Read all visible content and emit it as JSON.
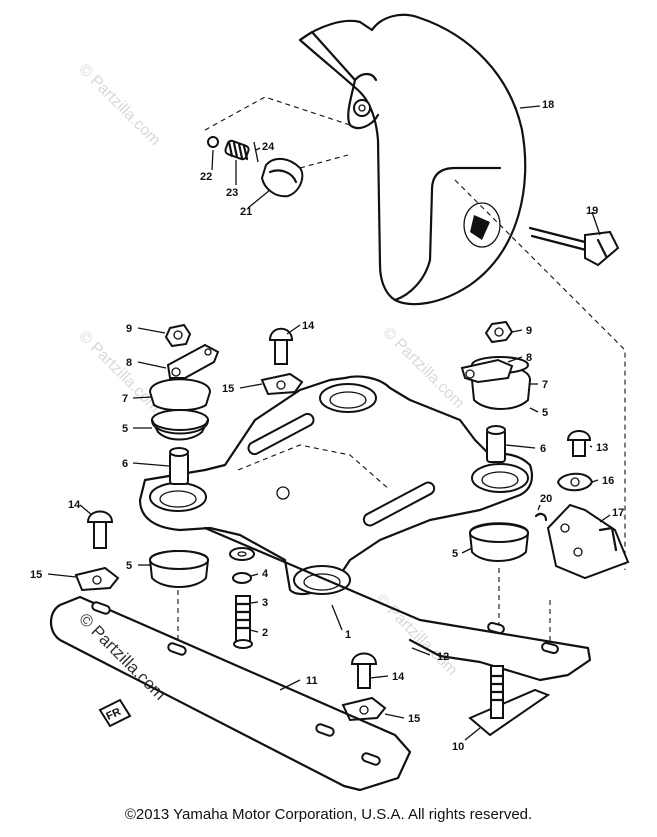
{
  "watermark": {
    "text": "© Partzilla.com"
  },
  "copyright": "©2013  Yamaha Motor Corporation, U.S.A. All rights reserved.",
  "fr_mark": "FR",
  "callouts": [
    {
      "id": "c1",
      "label": "1"
    },
    {
      "id": "c2",
      "label": "2"
    },
    {
      "id": "c3",
      "label": "3"
    },
    {
      "id": "c4",
      "label": "4"
    },
    {
      "id": "c5a",
      "label": "5"
    },
    {
      "id": "c5b",
      "label": "5"
    },
    {
      "id": "c5c",
      "label": "5"
    },
    {
      "id": "c5d",
      "label": "5"
    },
    {
      "id": "c6a",
      "label": "6"
    },
    {
      "id": "c6b",
      "label": "6"
    },
    {
      "id": "c7a",
      "label": "7"
    },
    {
      "id": "c7b",
      "label": "7"
    },
    {
      "id": "c8a",
      "label": "8"
    },
    {
      "id": "c8b",
      "label": "8"
    },
    {
      "id": "c9a",
      "label": "9"
    },
    {
      "id": "c9b",
      "label": "9"
    },
    {
      "id": "c10",
      "label": "10"
    },
    {
      "id": "c11",
      "label": "11"
    },
    {
      "id": "c12",
      "label": "12"
    },
    {
      "id": "c13",
      "label": "13"
    },
    {
      "id": "c14a",
      "label": "14"
    },
    {
      "id": "c14b",
      "label": "14"
    },
    {
      "id": "c14c",
      "label": "14"
    },
    {
      "id": "c15a",
      "label": "15"
    },
    {
      "id": "c15b",
      "label": "15"
    },
    {
      "id": "c15c",
      "label": "15"
    },
    {
      "id": "c16",
      "label": "16"
    },
    {
      "id": "c17",
      "label": "17"
    },
    {
      "id": "c18",
      "label": "18"
    },
    {
      "id": "c19",
      "label": "19"
    },
    {
      "id": "c20",
      "label": "20"
    },
    {
      "id": "c21",
      "label": "21"
    },
    {
      "id": "c22",
      "label": "22"
    },
    {
      "id": "c23",
      "label": "23"
    },
    {
      "id": "c24",
      "label": "24"
    }
  ]
}
